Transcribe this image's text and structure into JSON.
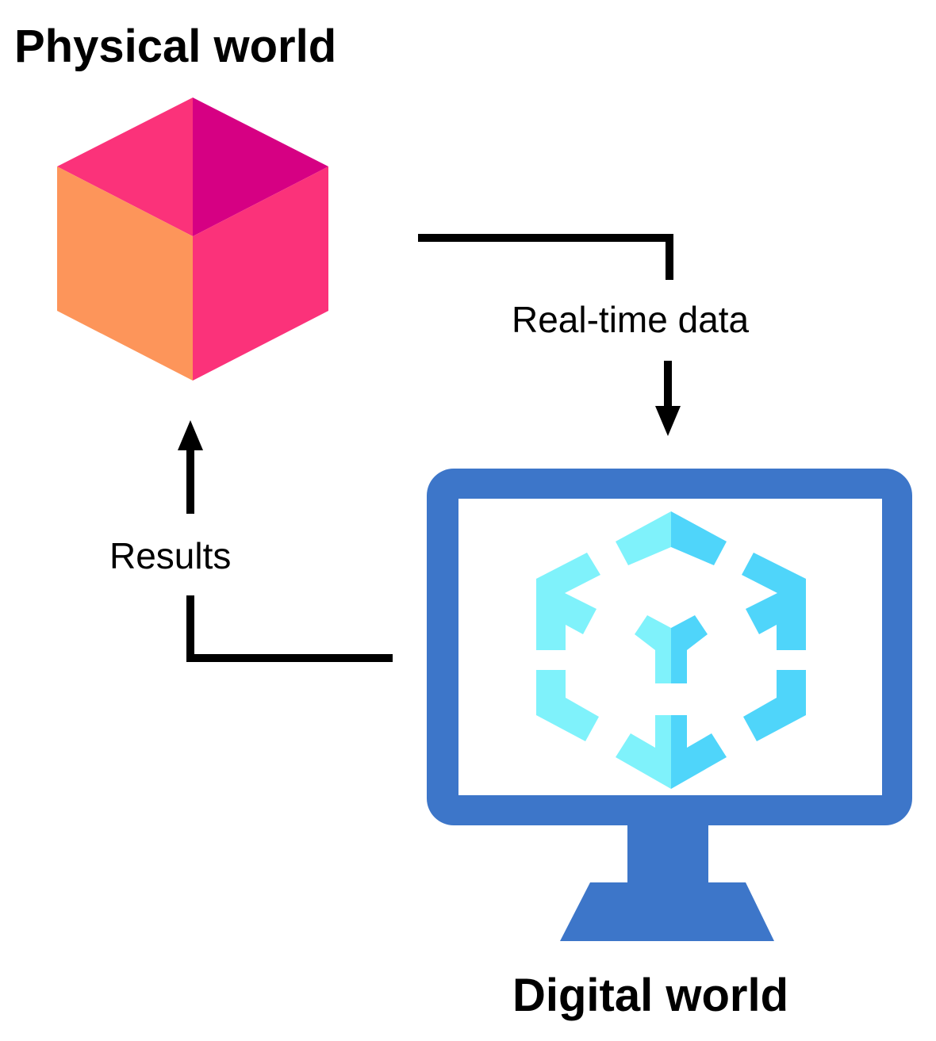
{
  "physical": {
    "title": "Physical world",
    "icon": "pink-cube-icon",
    "colors": {
      "top_left": "#fb327a",
      "top_right": "#d60083",
      "left": "#fd955a",
      "right": "#fb327a"
    }
  },
  "digital": {
    "title": "Digital world",
    "icon": "digital-twin-monitor-icon",
    "colors": {
      "monitor": "#3d76c9",
      "cube_light": "#7ff2fb",
      "cube_dark": "#4fd5fa"
    }
  },
  "flows": {
    "realtime_data": "Real-time data",
    "results": "Results"
  }
}
